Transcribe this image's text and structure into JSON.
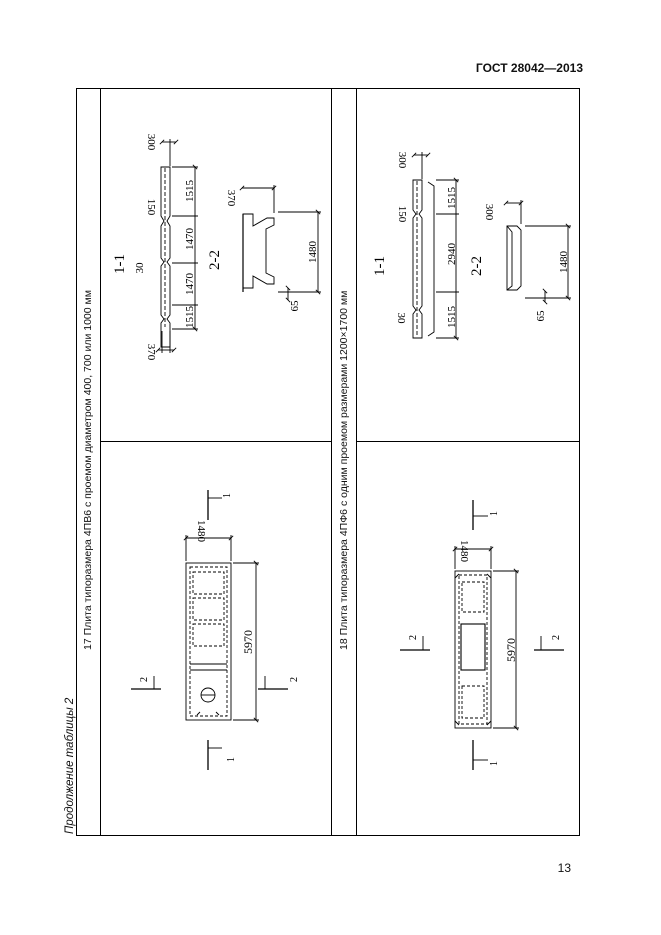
{
  "header": {
    "standard": "ГОСТ 28042—2013"
  },
  "continuation": "Продолжение таблицы 2",
  "page_number": "13",
  "rows": [
    {
      "caption": "17 Плита типоразмера 4ПВ6 с проемом диаметром 400, 700 или 1000 мм",
      "plan": {
        "width": "1480",
        "length": "5970",
        "cut1": "1",
        "cut2": "2"
      },
      "sections": {
        "title1": "1-1",
        "title2": "2-2",
        "d300": "300",
        "d150": "150",
        "d30": "30",
        "d370a": "370",
        "d370b": "370",
        "d1515a": "1515",
        "d1470a": "1470",
        "d1470b": "1470",
        "d1515b": "1515",
        "d1480": "1480",
        "d65": "65"
      }
    },
    {
      "caption": "18 Плита типоразмера 4ПФ6 с одним проемом размерами 1200×1700 мм",
      "plan": {
        "width": "1480",
        "length": "5970",
        "cut1": "1",
        "cut2": "2"
      },
      "sections": {
        "title1": "1-1",
        "title2": "2-2",
        "d300a": "300",
        "d150": "150",
        "d30": "30",
        "d300b": "300",
        "d1515a": "1515",
        "d2940": "2940",
        "d1515b": "1515",
        "d1480": "1480",
        "d65": "65"
      }
    }
  ]
}
